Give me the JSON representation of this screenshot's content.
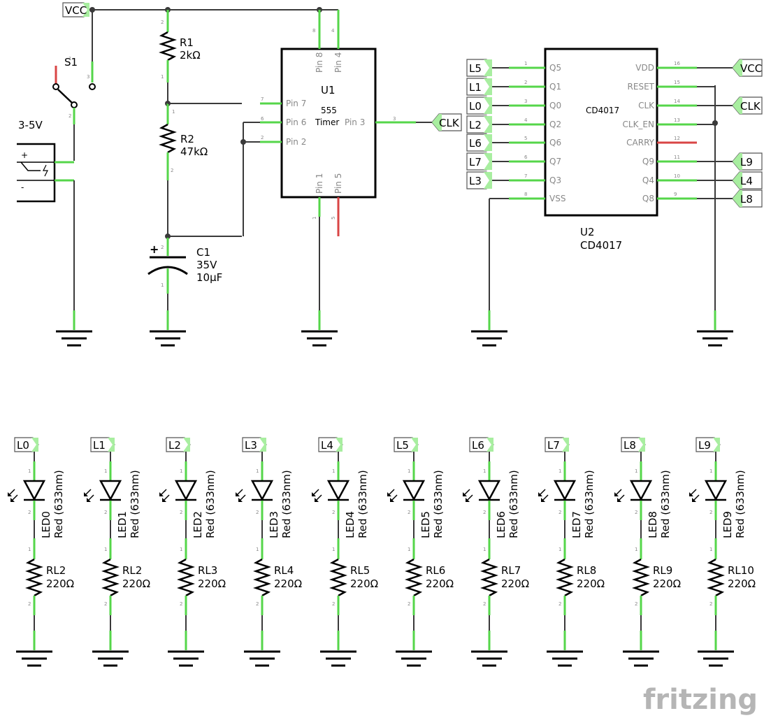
{
  "components": {
    "vcc_flag": "VCC",
    "s1": "S1",
    "battery": "3-5V",
    "r1": {
      "name": "R1",
      "value": "2kΩ"
    },
    "r2": {
      "name": "R2",
      "value": "47kΩ"
    },
    "c1": {
      "name": "C1",
      "voltage": "35V",
      "value": "10µF"
    },
    "u1": {
      "name": "U1",
      "type_line1": "555",
      "type_line2": "Timer",
      "pins": {
        "p8": "Pin 8",
        "p4": "Pin 4",
        "p7": "Pin 7",
        "p6": "Pin 6",
        "p2": "Pin 2",
        "p3": "Pin 3",
        "p1": "Pin 1",
        "p5": "Pin 5"
      }
    },
    "clk_flag": "CLK",
    "u2": {
      "name": "U2",
      "part": "CD4017",
      "center_label": "CD4017",
      "left_pins": [
        {
          "num": "1",
          "label": "Q5",
          "net": "L5"
        },
        {
          "num": "2",
          "label": "Q1",
          "net": "L1"
        },
        {
          "num": "3",
          "label": "Q0",
          "net": "L0"
        },
        {
          "num": "4",
          "label": "Q2",
          "net": "L2"
        },
        {
          "num": "5",
          "label": "Q6",
          "net": "L6"
        },
        {
          "num": "6",
          "label": "Q7",
          "net": "L7"
        },
        {
          "num": "7",
          "label": "Q3",
          "net": "L3"
        },
        {
          "num": "8",
          "label": "VSS",
          "net": ""
        }
      ],
      "right_pins": [
        {
          "num": "16",
          "label": "VDD",
          "net": "VCC"
        },
        {
          "num": "15",
          "label": "RESET",
          "net": ""
        },
        {
          "num": "14",
          "label": "CLK",
          "net": "CLK"
        },
        {
          "num": "13",
          "label": "CLK_EN",
          "net": ""
        },
        {
          "num": "12",
          "label": "CARRY",
          "net": ""
        },
        {
          "num": "11",
          "label": "Q9",
          "net": "L9"
        },
        {
          "num": "10",
          "label": "Q4",
          "net": "L4"
        },
        {
          "num": "9",
          "label": "Q8",
          "net": "L8"
        }
      ]
    },
    "leds": [
      {
        "flag": "L0",
        "led": "LED0",
        "color": "Red (633nm)",
        "res": "RL2",
        "value": "220Ω"
      },
      {
        "flag": "L1",
        "led": "LED1",
        "color": "Red (633nm)",
        "res": "RL2",
        "value": "220Ω"
      },
      {
        "flag": "L2",
        "led": "LED2",
        "color": "Red (633nm)",
        "res": "RL3",
        "value": "220Ω"
      },
      {
        "flag": "L3",
        "led": "LED3",
        "color": "Red (633nm)",
        "res": "RL4",
        "value": "220Ω"
      },
      {
        "flag": "L4",
        "led": "LED4",
        "color": "Red (633nm)",
        "res": "RL5",
        "value": "220Ω"
      },
      {
        "flag": "L5",
        "led": "LED5",
        "color": "Red (633nm)",
        "res": "RL6",
        "value": "220Ω"
      },
      {
        "flag": "L6",
        "led": "LED6",
        "color": "Red (633nm)",
        "res": "RL7",
        "value": "220Ω"
      },
      {
        "flag": "L7",
        "led": "LED7",
        "color": "Red (633nm)",
        "res": "RL8",
        "value": "220Ω"
      },
      {
        "flag": "L8",
        "led": "LED8",
        "color": "Red (633nm)",
        "res": "RL9",
        "value": "220Ω"
      },
      {
        "flag": "L9",
        "led": "LED9",
        "color": "Red (633nm)",
        "res": "RL10",
        "value": "220Ω"
      }
    ],
    "pin_numbers": {
      "one": "1",
      "two": "2",
      "three": "3",
      "four": "4",
      "five": "5",
      "six": "6",
      "seven": "7",
      "eight": "8"
    }
  },
  "watermark": "fritzing",
  "colors": {
    "pin_green": "#55d64a",
    "pin_red": "#d94545",
    "flag_fill": "#a8eea0",
    "wire": "#3a3a3a"
  }
}
